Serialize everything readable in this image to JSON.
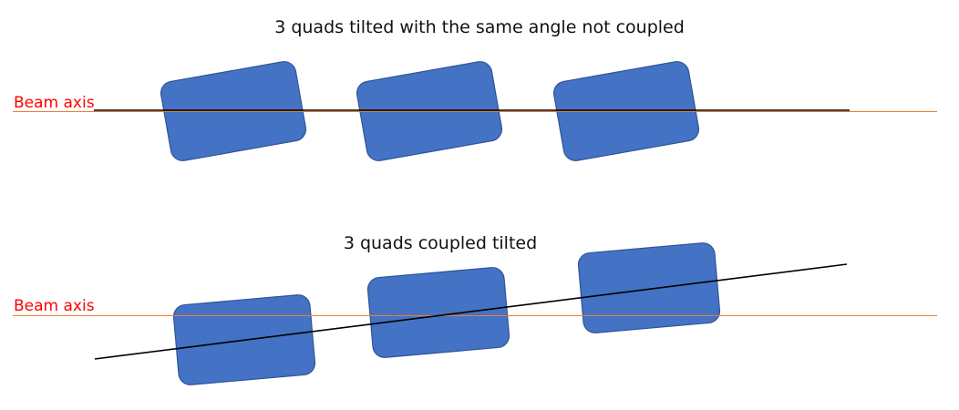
{
  "top_panel": {
    "title": "3 quads tilted with the same angle not coupled",
    "axis_label": "Beam axis",
    "quad_count": 3
  },
  "bottom_panel": {
    "title": "3 quads coupled tilted",
    "axis_label": "Beam axis",
    "quad_count": 3
  },
  "colors": {
    "quad_fill": "#4472c4",
    "quad_stroke": "#2f5597",
    "beam_axis_line": "#ed7d31",
    "axis_label": "#ff0000",
    "beam_line": "#000000"
  }
}
